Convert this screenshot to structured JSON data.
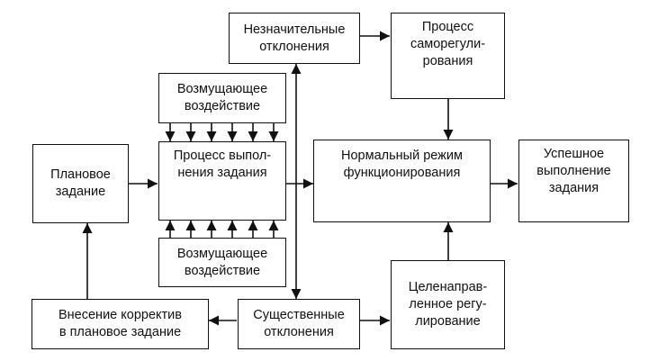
{
  "boxes": {
    "planned_task": "Плановое\nзадание",
    "disturbance_top": "Возмущающее\nвоздействие",
    "execution_process": "Процесс выпол-\nнения задания",
    "disturbance_bottom": "Возмущающее\nвоздействие",
    "minor_deviations": "Незначительные\nотклонения",
    "self_regulation": "Процесс\nсаморегули-\nрования",
    "normal_mode": "Нормальный режим\nфункционирования",
    "successful_execution": "Успешное\nвыполнение\nзадания",
    "targeted_regulation": "Целенаправ-\nленное регу-\nлирование",
    "significant_deviations": "Существенные\nотклонения",
    "plan_correction": "Внесение корректив\nв плановое задание"
  }
}
